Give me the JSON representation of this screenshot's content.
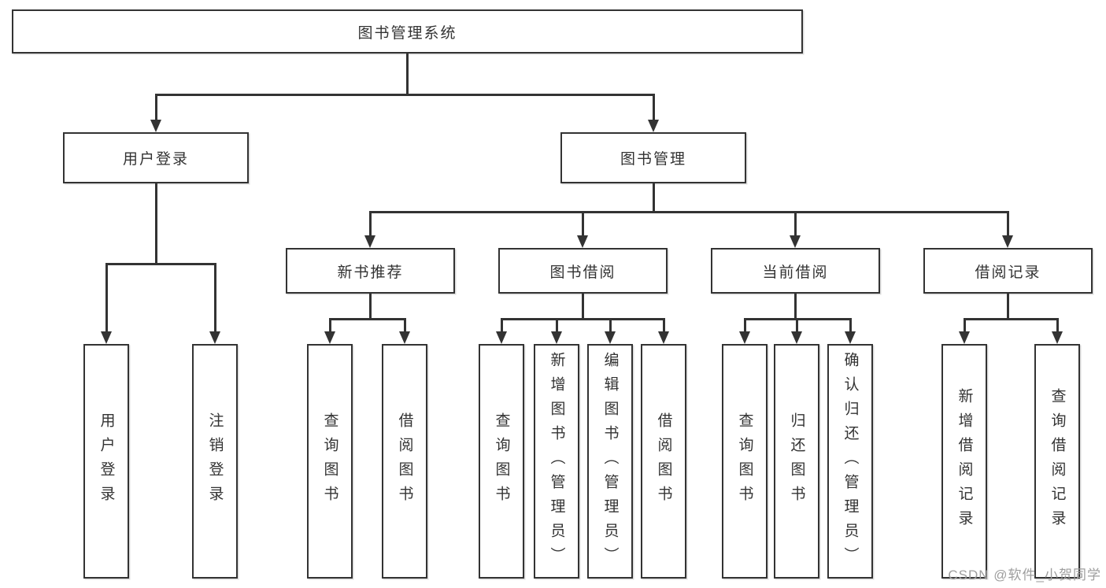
{
  "diagram": {
    "root": {
      "label": "图书管理系统"
    },
    "branches": [
      {
        "label": "用户登录",
        "children": [
          {
            "label": "用户登录"
          },
          {
            "label": "注销登录"
          }
        ]
      },
      {
        "label": "图书管理",
        "children": [
          {
            "label": "新书推荐",
            "children": [
              {
                "label": "查询图书"
              },
              {
                "label": "借阅图书"
              }
            ]
          },
          {
            "label": "图书借阅",
            "children": [
              {
                "label": "查询图书"
              },
              {
                "label": "新增图书（管理员）"
              },
              {
                "label": "编辑图书（管理员）"
              },
              {
                "label": "借阅图书"
              }
            ]
          },
          {
            "label": "当前借阅",
            "children": [
              {
                "label": "查询图书"
              },
              {
                "label": "归还图书"
              },
              {
                "label": "确认归还（管理员）"
              }
            ]
          },
          {
            "label": "借阅记录",
            "children": [
              {
                "label": "新增借阅记录"
              },
              {
                "label": "查询借阅记录"
              }
            ]
          }
        ]
      }
    ]
  },
  "watermark": "CSDN @软件_小贺同学",
  "colors": {
    "line": "#333333",
    "box_border": "#333333",
    "text": "#333333",
    "background": "#ffffff",
    "watermark": "#9e9e9e"
  }
}
